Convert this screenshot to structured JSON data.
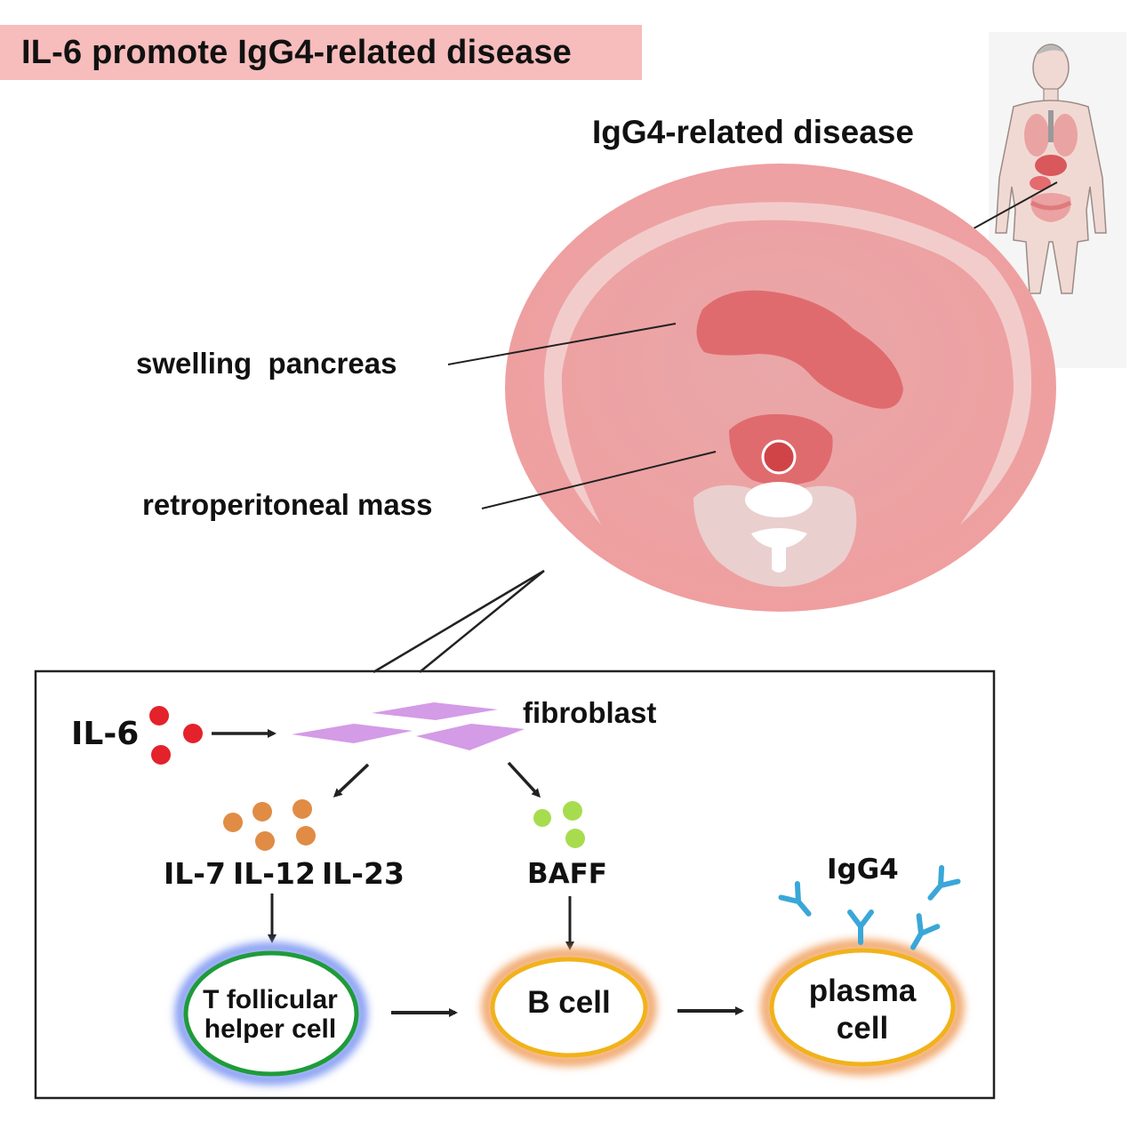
{
  "title": "IL-6 promote IgG4-related disease",
  "anatomy": {
    "heading": "IgG4-related disease",
    "pancreas_label": "swelling  pancreas",
    "mass_label": "retroperitoneal mass"
  },
  "pathway": {
    "il6_label": "IL-6",
    "fibroblast_label": "fibroblast",
    "cytokines": [
      "IL-7",
      "IL-12",
      "IL-23"
    ],
    "baff_label": "BAFF",
    "igg4_label": "IgG4",
    "tfh_line1": "T follicular",
    "tfh_line2": "helper cell",
    "bcell_label": "B cell",
    "plasma_line1": "plasma",
    "plasma_line2": "cell"
  },
  "colors": {
    "title_bg": "#f7bcbc",
    "body_section": "#e8a9aa",
    "pancreas": "#e06b6e",
    "il6_dots": "#e3222b",
    "fibroblast": "#d49be6",
    "cytokine_dots": "#e08c45",
    "baff_dots": "#a8dc4f",
    "tfh_border": "#1f9b3a",
    "bcell_border": "#f1b21b",
    "antibody": "#3aa7d8"
  }
}
